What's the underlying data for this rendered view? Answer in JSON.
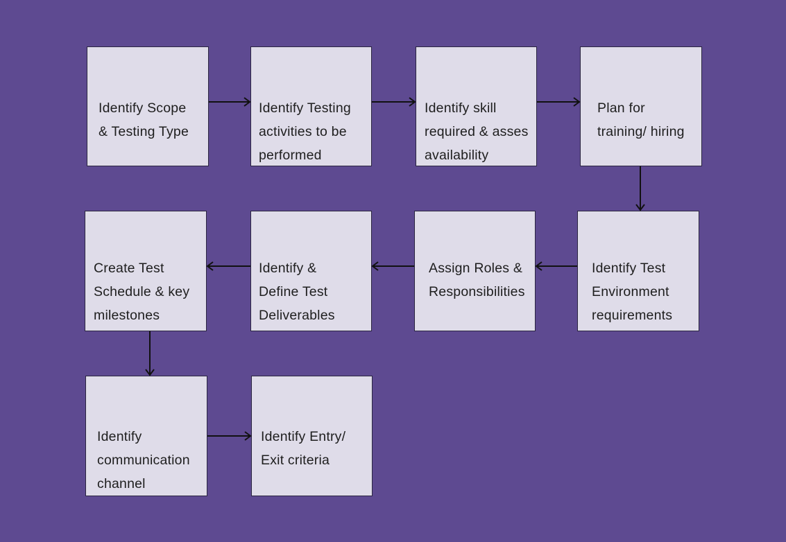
{
  "colors": {
    "background": "#5e4a91",
    "box_fill": "#dfdce9",
    "box_border": "#2a2540",
    "text": "#1e1e1e",
    "arrow": "#111111"
  },
  "steps": [
    {
      "id": "scope",
      "text": "Identify Scope\n& Testing Type"
    },
    {
      "id": "activities",
      "text": "Identify Testing\nactivities to be\nperformed"
    },
    {
      "id": "skills",
      "text": "Identify skill\nrequired & asses\navailability"
    },
    {
      "id": "training",
      "text": "Plan for\ntraining/ hiring"
    },
    {
      "id": "environment",
      "text": "Identify Test\nEnvironment\nrequirements"
    },
    {
      "id": "roles",
      "text": "Assign Roles &\nResponsibilities"
    },
    {
      "id": "deliverables",
      "text": "Identify &\nDefine Test\nDeliverables"
    },
    {
      "id": "schedule",
      "text": "Create Test\nSchedule & key\nmilestones"
    },
    {
      "id": "communication",
      "text": "Identify\ncommunication\nchannel"
    },
    {
      "id": "entry_exit",
      "text": "Identify Entry/\nExit criteria"
    }
  ],
  "connections": [
    {
      "from": "scope",
      "to": "activities"
    },
    {
      "from": "activities",
      "to": "skills"
    },
    {
      "from": "skills",
      "to": "training"
    },
    {
      "from": "training",
      "to": "environment"
    },
    {
      "from": "environment",
      "to": "roles"
    },
    {
      "from": "roles",
      "to": "deliverables"
    },
    {
      "from": "deliverables",
      "to": "schedule"
    },
    {
      "from": "schedule",
      "to": "communication"
    },
    {
      "from": "communication",
      "to": "entry_exit"
    }
  ]
}
